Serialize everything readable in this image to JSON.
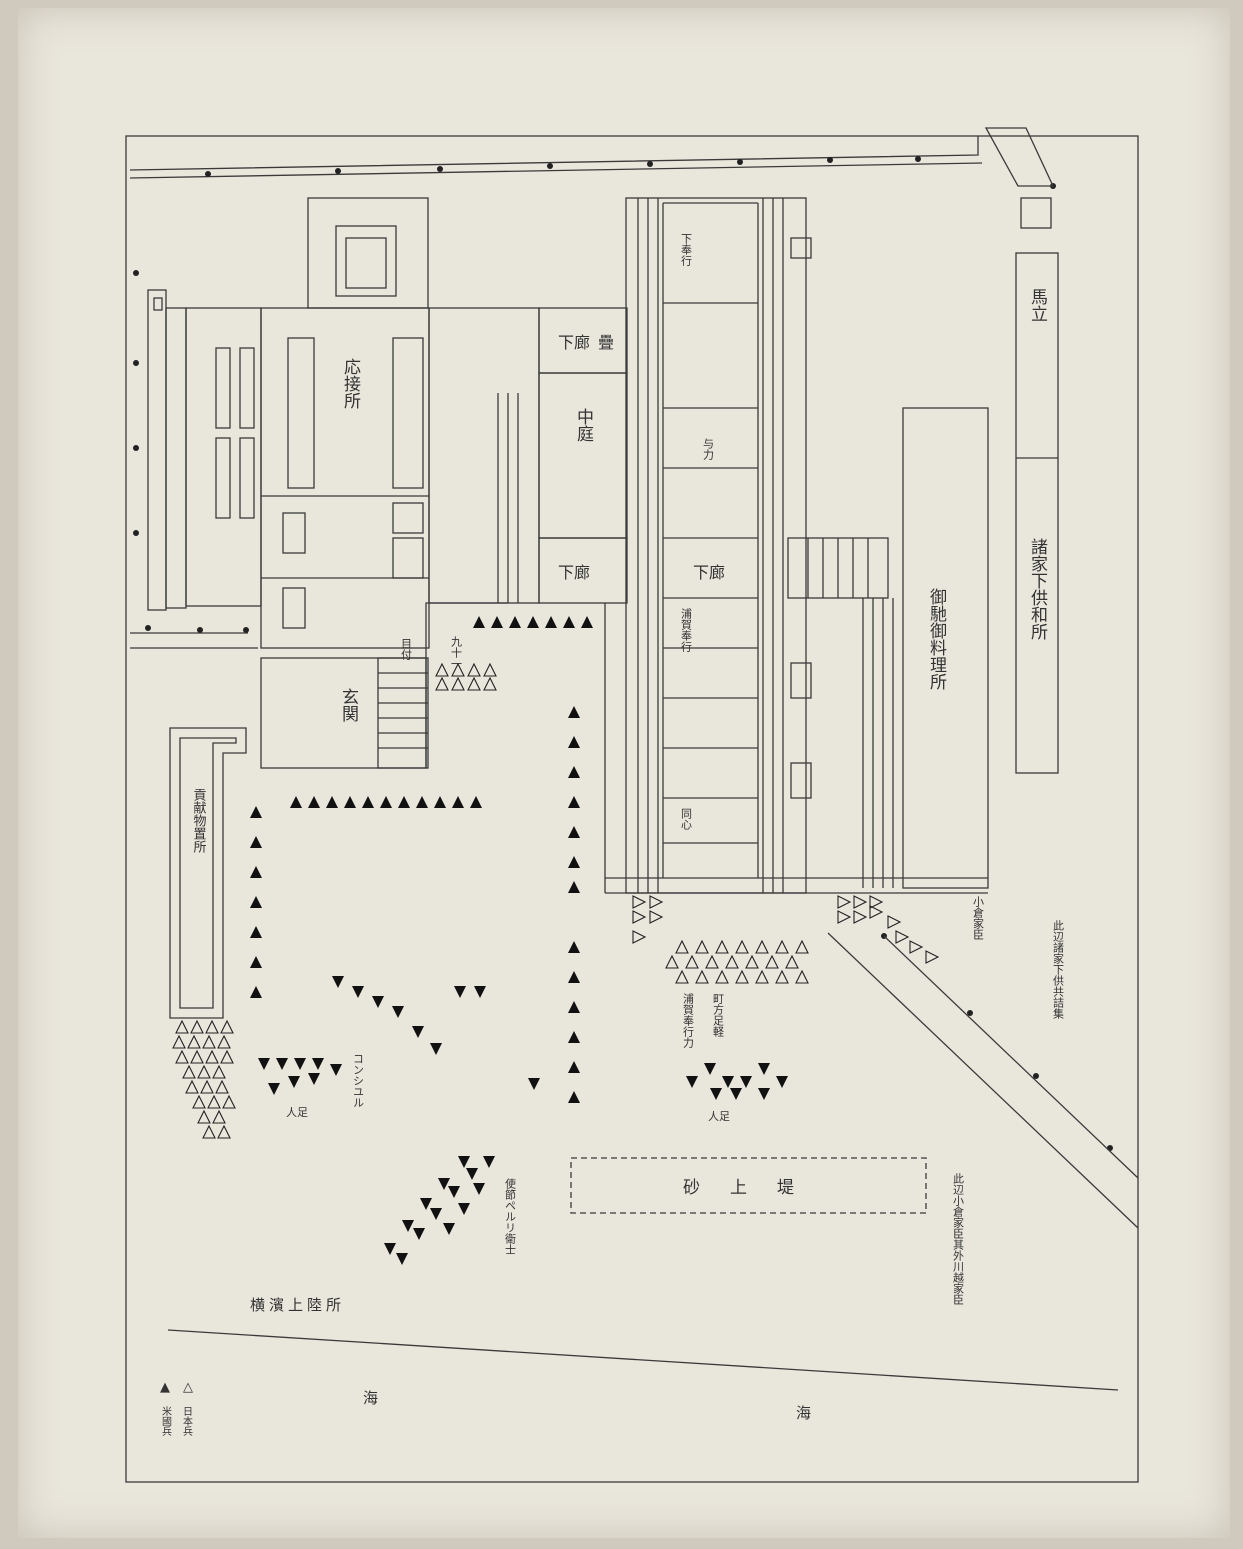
{
  "labels": {
    "oseisetsusho": "応接所",
    "genkan": "玄関",
    "shimorouka_top": "下廊",
    "tatami": "疊",
    "nakaniwa": "中庭",
    "shimorouka_mid": "下廊",
    "shimorouka_right": "下廊",
    "gochisou": "御馳御料理所",
    "umadate": "馬立",
    "shokeshita": "諸家下供和所",
    "kenbutsu": "貢献物置所",
    "sunaage": "砂上堤",
    "yokohama": "横濱上陸所",
    "umi_left": "海",
    "umi_right": "海",
    "consul": "コンシユル",
    "perry": "使節ペルリ衛士",
    "ninsoku_left": "人足",
    "ninsoku_right": "人足",
    "kuyamachi": "町方足軽",
    "hamariki": "浦賀奉行力",
    "kokura": "小倉家臣",
    "note_right": "此辺諸家下供共詰集",
    "note_bottom": "此辺小倉家臣其外川越家臣",
    "nakadouri": "九十一",
    "room_a": "下奉行",
    "room_b": "与力",
    "room_c": "同心",
    "room_d": "浦賀奉行",
    "room_e": "目付"
  },
  "legend": {
    "japan_symbol": "△",
    "japan_label": "日本兵",
    "us_symbol": "▲",
    "us_label": "米國兵"
  }
}
